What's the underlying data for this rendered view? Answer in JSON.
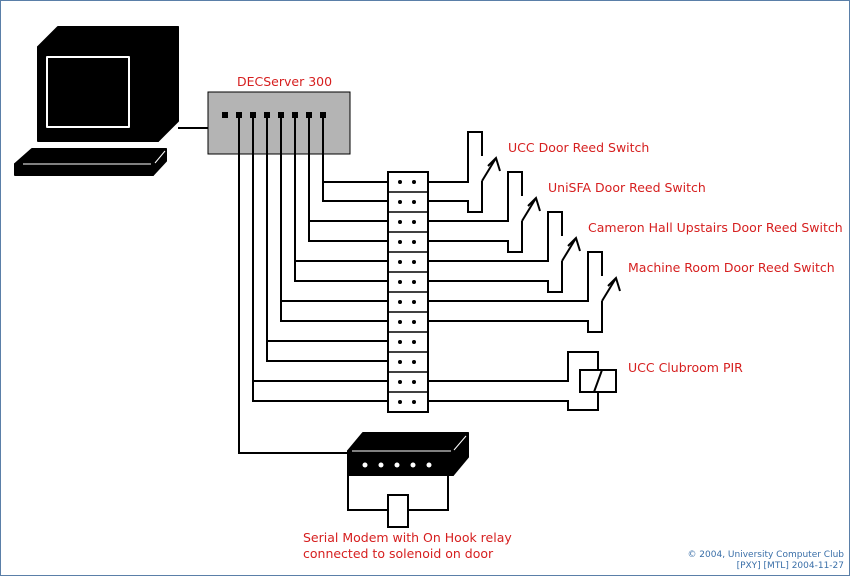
{
  "labels": {
    "decserver": "DECServer 300",
    "switches": [
      "UCC Door Reed Switch",
      "UniSFA Door Reed Switch",
      "Cameron Hall Upstairs Door Reed Switch",
      "Machine Room Door Reed Switch"
    ],
    "pir": "UCC Clubroom PIR",
    "modem_line1": "Serial Modem with On Hook relay",
    "modem_line2": "connected to solenoid on door"
  },
  "credit": {
    "line1": "© 2004, University Computer Club",
    "line2": "[PXY] [MTL] 2004-11-27"
  },
  "colors": {
    "label_text": "#d61f1f",
    "credit_text": "#3a6fa8",
    "decserver_fill": "#b4b4b4",
    "border": "#5a7fa8"
  }
}
